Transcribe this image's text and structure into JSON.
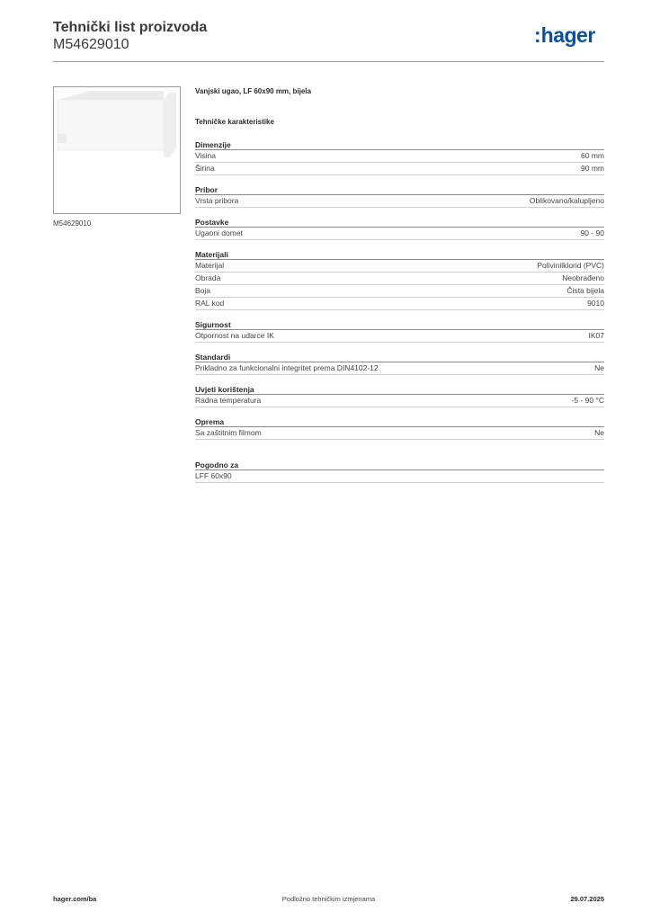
{
  "header": {
    "title": "Tehnički list proizvoda",
    "code": "M54629010",
    "logo": "hager",
    "logo_prefix": ":",
    "logo_color": "#0a4fa0"
  },
  "product": {
    "image_code": "M54629010",
    "name": "Vanjski ugao, LF 60x90 mm, bijela",
    "tech_heading": "Tehničke karakteristike"
  },
  "sections": [
    {
      "title": "Dimenzije",
      "rows": [
        {
          "label": "Visina",
          "value": "60 mm"
        },
        {
          "label": "Širina",
          "value": "90 mm"
        }
      ]
    },
    {
      "title": "Pribor",
      "rows": [
        {
          "label": "Vrsta pribora",
          "value": "Oblikovano/kalupljeno"
        }
      ]
    },
    {
      "title": "Postavke",
      "rows": [
        {
          "label": "Ugaoni domet",
          "value": "90 - 90"
        }
      ]
    },
    {
      "title": "Materijali",
      "rows": [
        {
          "label": "Materijal",
          "value": "Polivinilklorid (PVC)"
        },
        {
          "label": "Obrada",
          "value": "Neobrađeno"
        },
        {
          "label": "Boja",
          "value": "Čista bijela"
        },
        {
          "label": "RAL kod",
          "value": "9010"
        }
      ]
    },
    {
      "title": "Sigurnost",
      "rows": [
        {
          "label": "Otpornost na udarce IK",
          "value": "IK07"
        }
      ]
    },
    {
      "title": "Standardi",
      "rows": [
        {
          "label": "Prikladno za funkcionalni integritet prema DIN4102-12",
          "value": "Ne"
        }
      ]
    },
    {
      "title": "Uvjeti korištenja",
      "rows": [
        {
          "label": "Radna temperatura",
          "value": "-5 - 90 °C"
        }
      ]
    },
    {
      "title": "Oprema",
      "rows": [
        {
          "label": "Sa zaštitnim filmom",
          "value": "Ne"
        }
      ]
    }
  ],
  "suitable": {
    "title": "Pogodno za",
    "rows": [
      {
        "label": "LFF 60x90",
        "value": ""
      }
    ]
  },
  "footer": {
    "site": "hager.com/ba",
    "note": "Podložno tehničkim izmjenama",
    "date": "29.07.2025"
  }
}
